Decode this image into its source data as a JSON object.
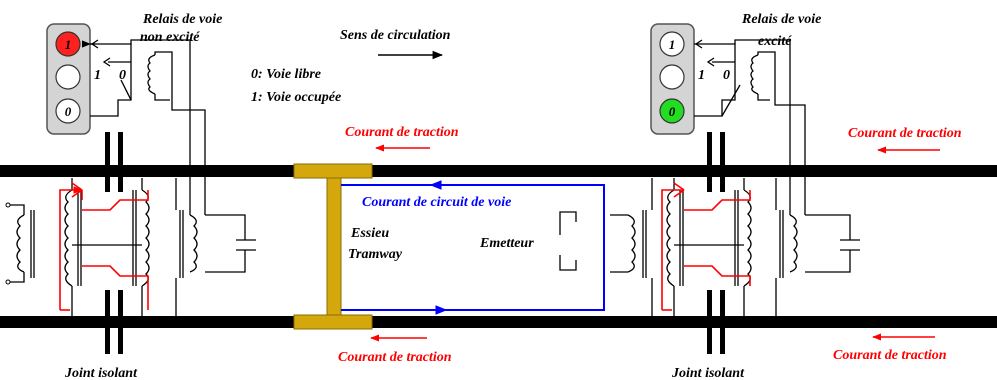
{
  "colors": {
    "rail": "#000000",
    "axle": "#d4a80c",
    "traction_current": "#ff0000",
    "track_circuit_current": "#0000ff",
    "lamp_red": "#ff2020",
    "lamp_green": "#22dd22",
    "signal_housing": "#d4d4d4"
  },
  "labels": {
    "relay_left": [
      "Relais de voie",
      "non excité"
    ],
    "relay_right": [
      "Relais de voie",
      "excité"
    ],
    "direction": "Sens de circulation",
    "legend_0": "0: Voie libre",
    "legend_1": "1: Voie occupée",
    "traction_top_mid": "Courant de traction",
    "traction_top_right": "Courant de traction",
    "traction_bottom_mid": "Courant de traction",
    "traction_bottom_right": "Courant de traction",
    "track_circuit": "Courant de circuit de voie",
    "axle": [
      "Essieu",
      "Tramway"
    ],
    "emitter": "Emetteur",
    "joint_left": "Joint isolant",
    "joint_right": "Joint isolant"
  },
  "signal_left": {
    "lamps": [
      {
        "label": "1",
        "color": "#ff2020"
      },
      {
        "label": "",
        "color": "#ffffff"
      },
      {
        "label": "0",
        "color": "#ffffff"
      }
    ],
    "contact_labels": [
      "1",
      "0"
    ]
  },
  "signal_right": {
    "lamps": [
      {
        "label": "1",
        "color": "#ffffff"
      },
      {
        "label": "",
        "color": "#ffffff"
      },
      {
        "label": "0",
        "color": "#22dd22"
      }
    ],
    "contact_labels": [
      "1",
      "0"
    ]
  }
}
